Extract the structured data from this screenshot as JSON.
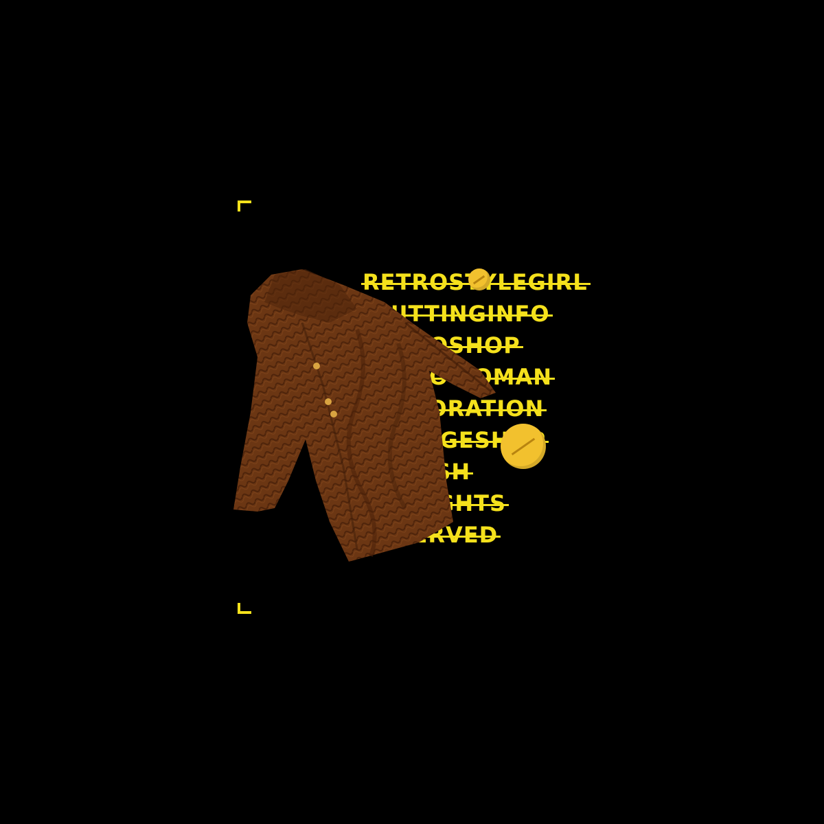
{
  "frame": {
    "accent_color": "#f5e11c"
  },
  "text_lines": [
    "RETROSTYLEGIRL",
    "KNITTINGINFO",
    "RETROSHOP",
    "RETROWOMAN",
    "RESTORATION",
    "VINTAGESHOP",
    "STYLISH",
    "ALLRIGHTS",
    "RESERVED"
  ],
  "coat": {
    "color": "#6b3613",
    "button_color": "#d9a441"
  },
  "coins": [
    {
      "color": "#f2c12e"
    },
    {
      "color": "#f2c12e"
    }
  ]
}
